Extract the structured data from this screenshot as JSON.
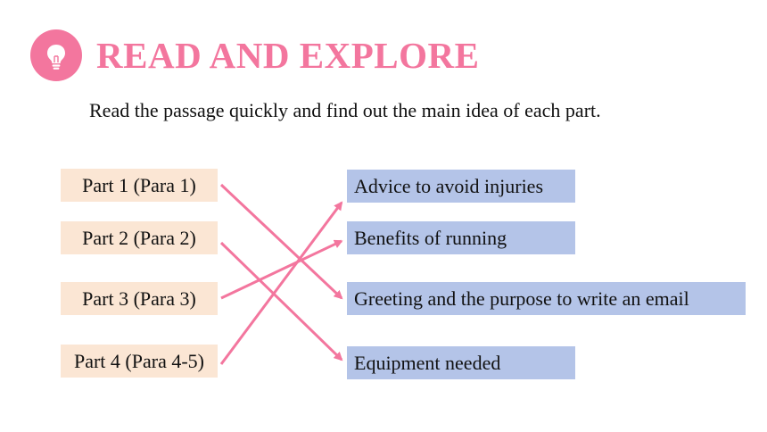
{
  "header": {
    "title": "READ AND EXPLORE",
    "icon": "lightbulb-icon"
  },
  "instruction": "Read the passage quickly and find out the main idea of each part.",
  "parts": [
    {
      "label": "Part 1 (Para 1)"
    },
    {
      "label": "Part 2 (Para 2)"
    },
    {
      "label": "Part 3 (Para 3)"
    },
    {
      "label": "Part 4 (Para 4-5)"
    }
  ],
  "main_ideas": [
    {
      "label": "Advice to avoid injuries"
    },
    {
      "label": "Benefits of running"
    },
    {
      "label": "Greeting and the purpose to write an email"
    },
    {
      "label": "Equipment needed"
    }
  ],
  "matches": [
    {
      "part": "Part 1 (Para 1)",
      "idea": "Greeting and the purpose to write an email"
    },
    {
      "part": "Part 2 (Para 2)",
      "idea": "Equipment needed"
    },
    {
      "part": "Part 3 (Para 3)",
      "idea": "Benefits of running"
    },
    {
      "part": "Part 4 (Para 4-5)",
      "idea": "Advice to avoid injuries"
    }
  ],
  "colors": {
    "accent": "#f3769e",
    "part_box": "#fbe6d4",
    "idea_box": "#b4c4e8"
  }
}
